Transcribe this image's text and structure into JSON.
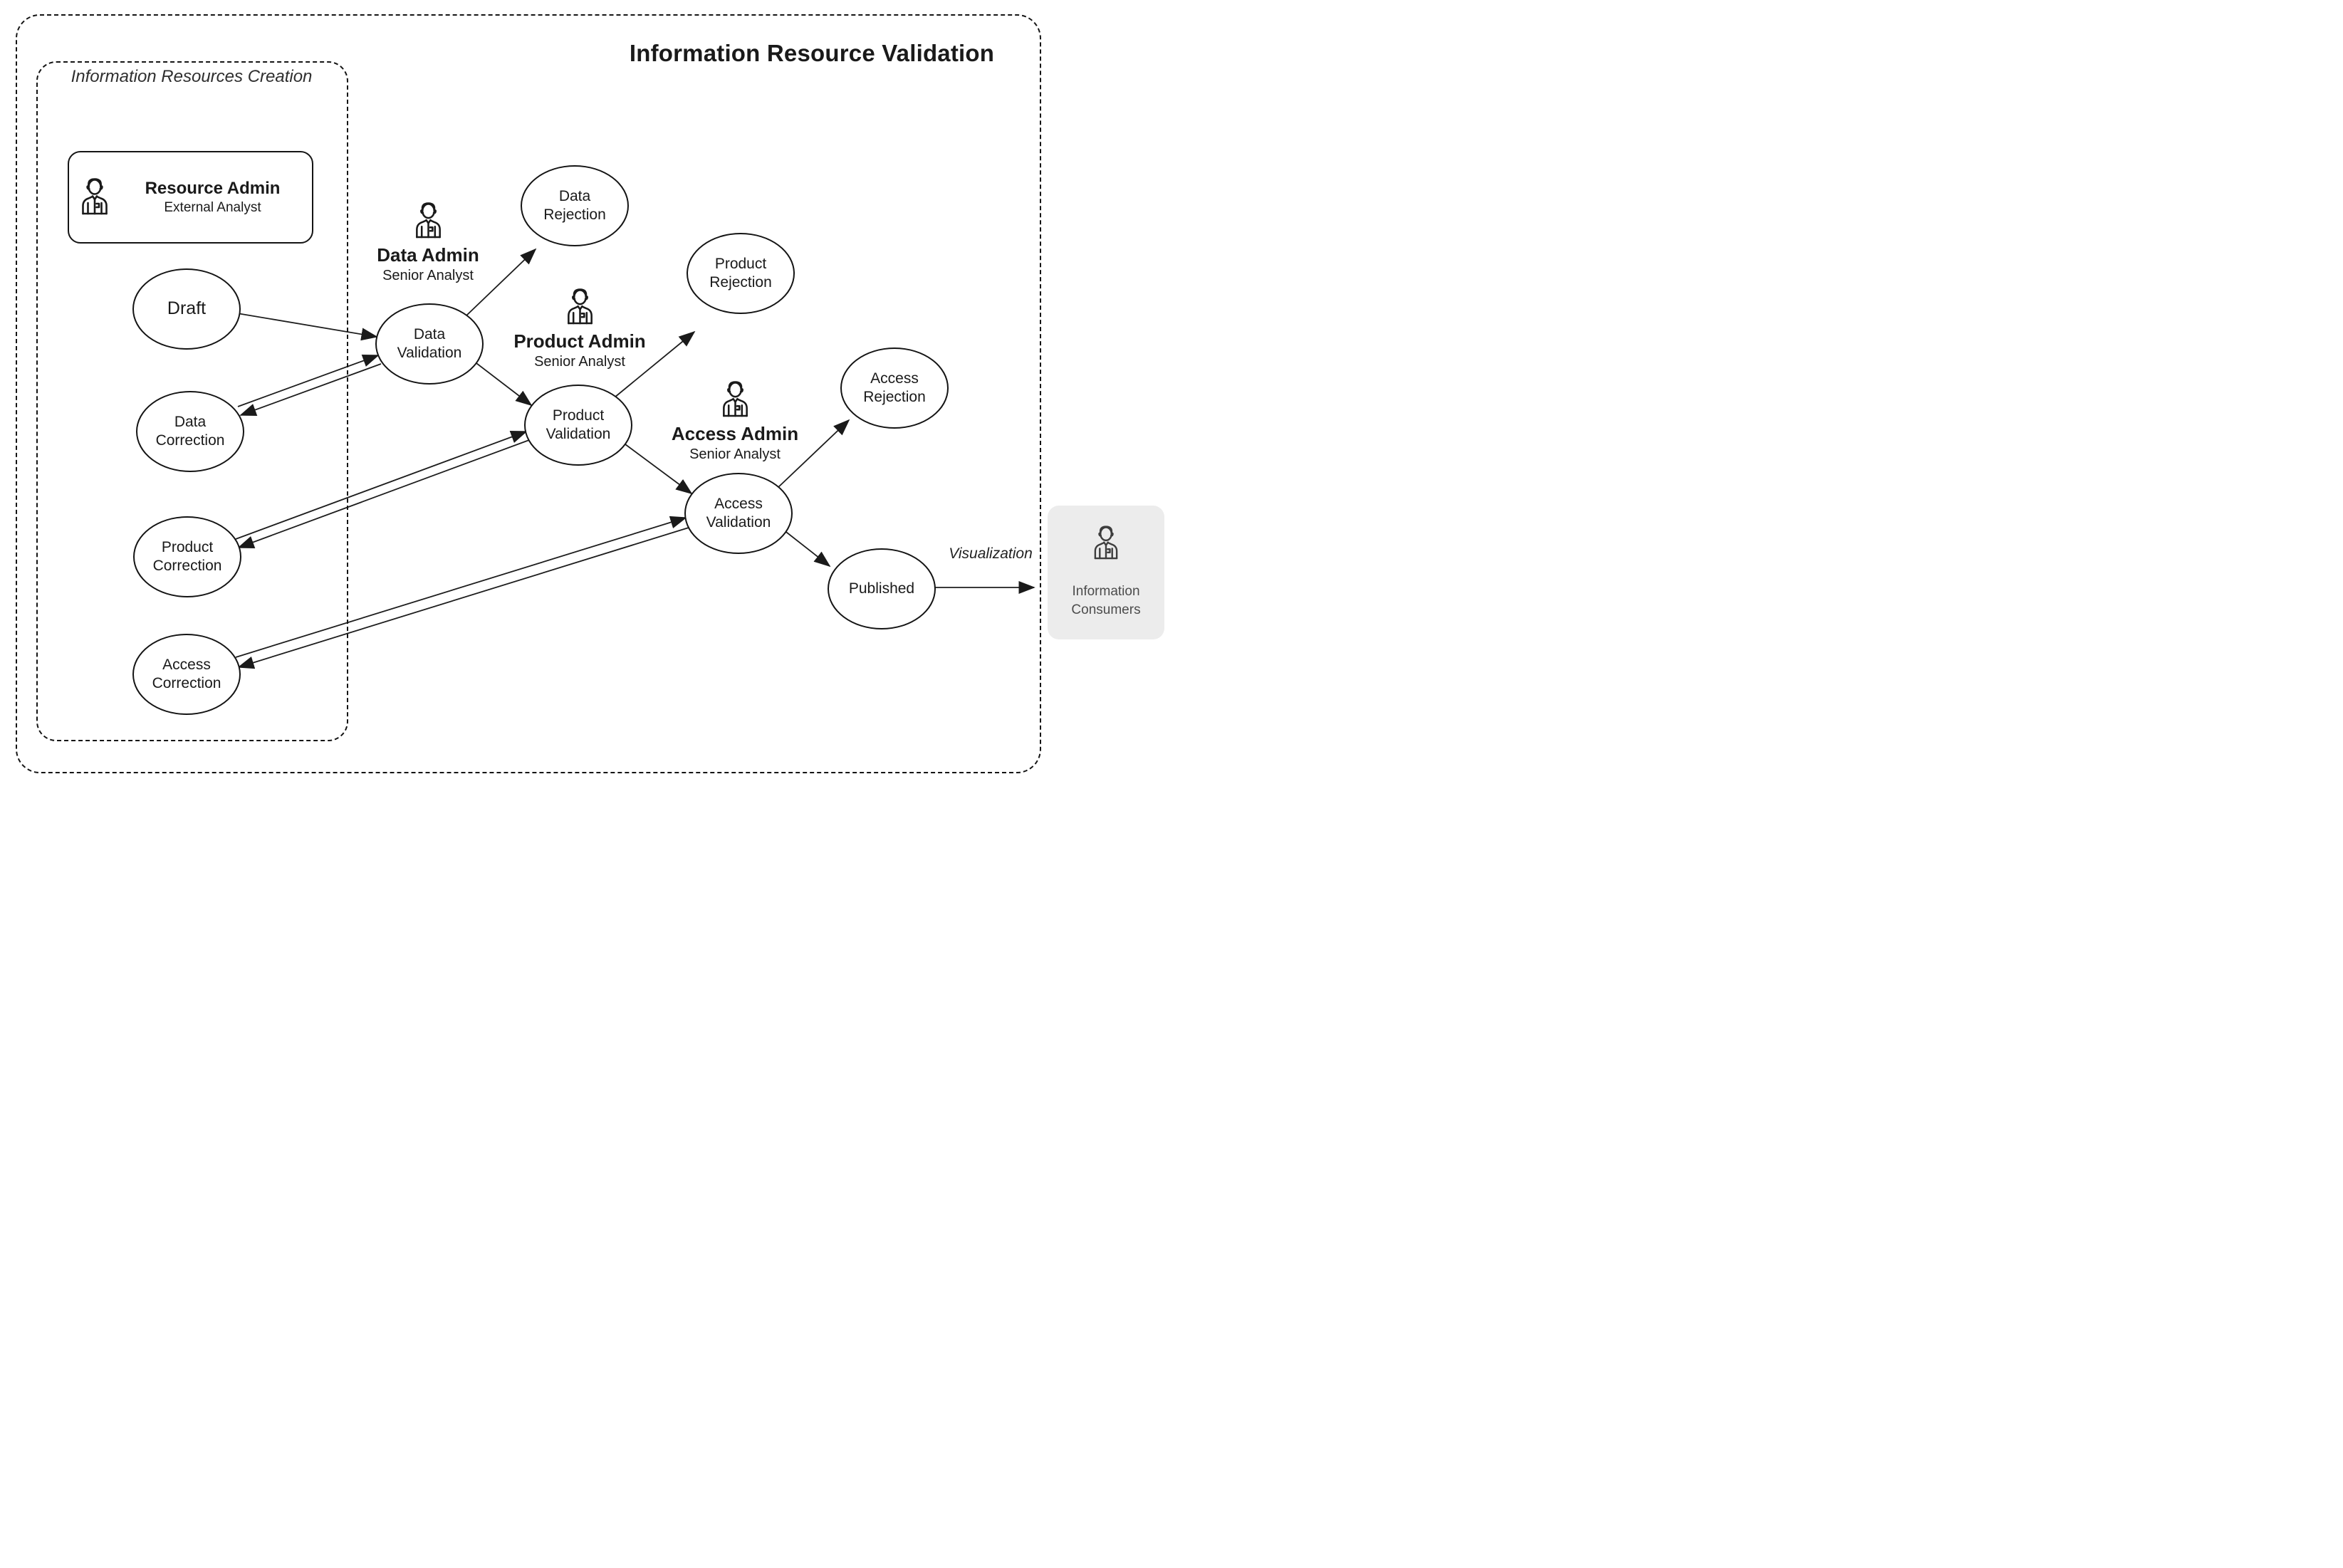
{
  "title": "Information Resource Validation",
  "creation_group": {
    "label": "Information Resources Creation"
  },
  "resource_admin": {
    "name": "Resource Admin",
    "role": "External Analyst"
  },
  "admins": {
    "data": {
      "name": "Data Admin",
      "role": "Senior Analyst"
    },
    "product": {
      "name": "Product Admin",
      "role": "Senior Analyst"
    },
    "access": {
      "name": "Access Admin",
      "role": "Senior Analyst"
    }
  },
  "nodes": {
    "draft": "Draft",
    "data_validation": "Data\nValidation",
    "data_correction": "Data\nCorrection",
    "data_rejection": "Data\nRejection",
    "product_validation": "Product\nValidation",
    "product_correction": "Product\nCorrection",
    "product_rejection": "Product\nRejection",
    "access_validation": "Access\nValidation",
    "access_correction": "Access\nCorrection",
    "access_rejection": "Access\nRejection",
    "published": "Published"
  },
  "labels": {
    "visualization": "Visualization"
  },
  "consumers": {
    "label": "Information\nConsumers"
  },
  "icons": {
    "resource_admin": "person-bust-icon",
    "data_admin": "person-bust-icon",
    "product_admin": "person-bust-icon",
    "access_admin": "person-bust-icon",
    "consumers": "person-bust-icon"
  },
  "colors": {
    "ink": "#1a1a1a",
    "consumer_bg": "#ececec",
    "consumer_text": "#4c4c4c"
  }
}
